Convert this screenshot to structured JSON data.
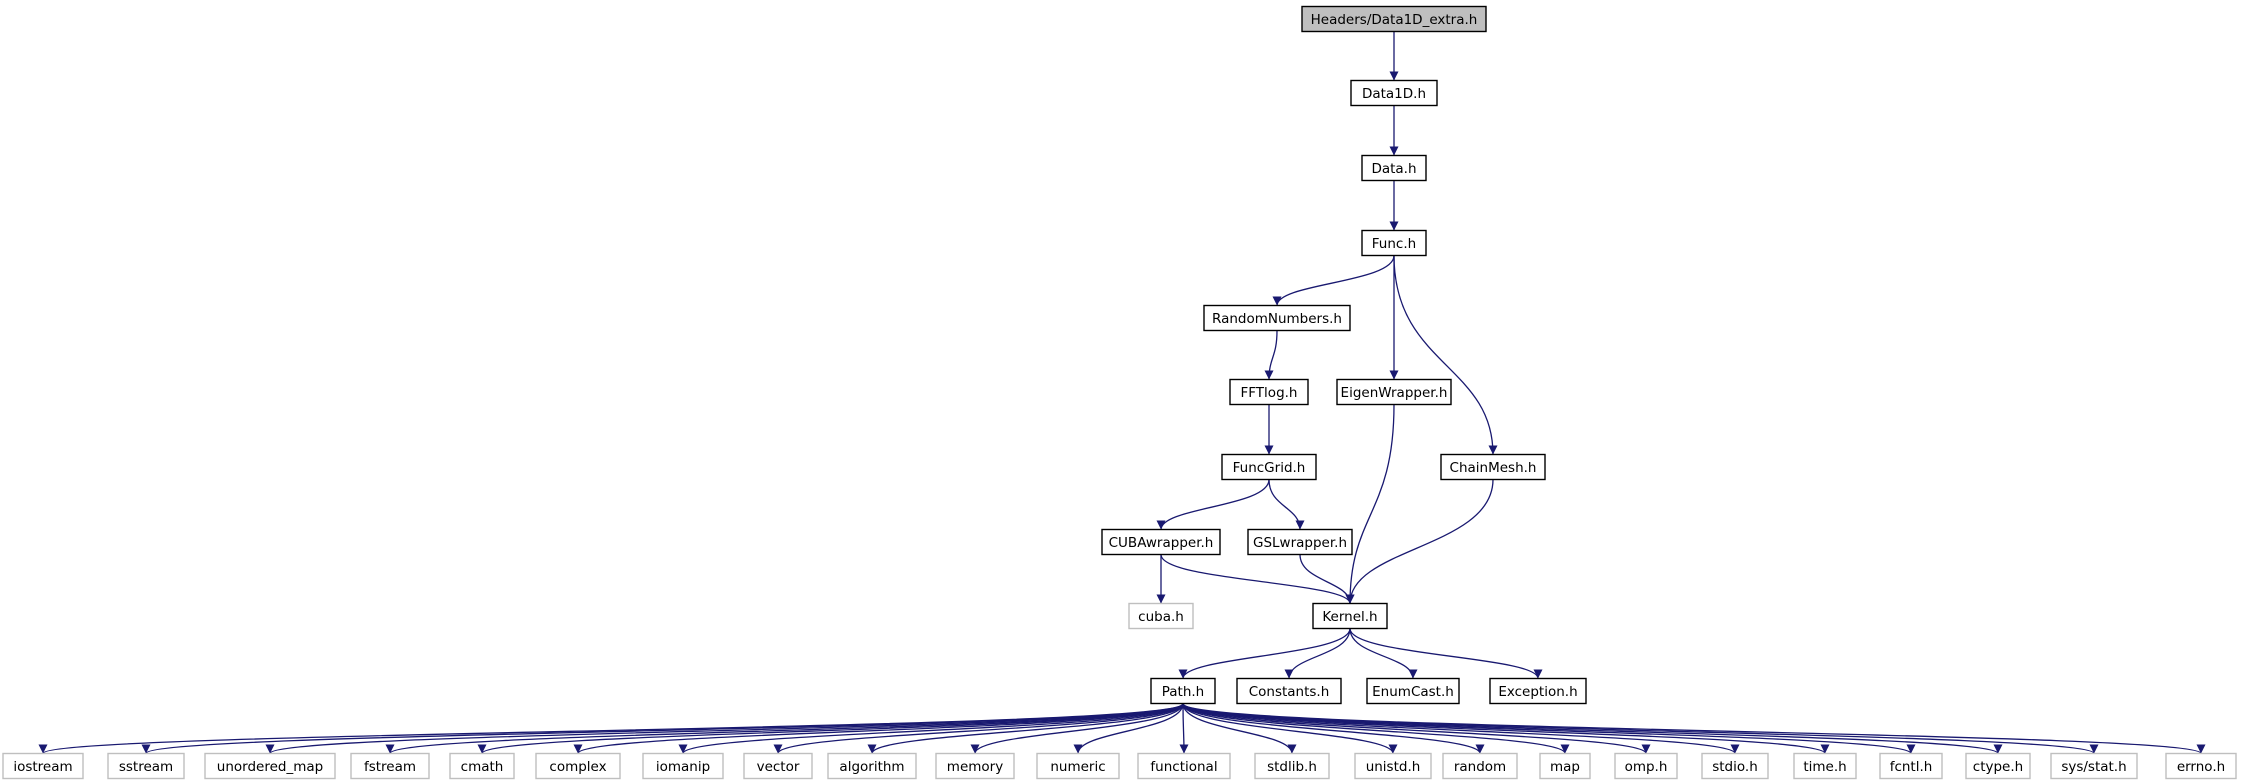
{
  "diagram": {
    "colors": {
      "edge": "#191970",
      "border": "#000000",
      "external_border": "#bfbfbf",
      "highlight_fill": "#bfbfbf",
      "text": "#000000"
    },
    "nodes": [
      {
        "id": "data1d_extra",
        "label": "Headers/Data1D_extra.h",
        "kind": "root"
      },
      {
        "id": "data1d",
        "label": "Data1D.h",
        "kind": "local"
      },
      {
        "id": "data",
        "label": "Data.h",
        "kind": "local"
      },
      {
        "id": "func",
        "label": "Func.h",
        "kind": "local"
      },
      {
        "id": "randomnumbers",
        "label": "RandomNumbers.h",
        "kind": "local"
      },
      {
        "id": "fftlog",
        "label": "FFTlog.h",
        "kind": "local"
      },
      {
        "id": "eigenwrapper",
        "label": "EigenWrapper.h",
        "kind": "local"
      },
      {
        "id": "funcgrid",
        "label": "FuncGrid.h",
        "kind": "local"
      },
      {
        "id": "chainmesh",
        "label": "ChainMesh.h",
        "kind": "local"
      },
      {
        "id": "cubawrapper",
        "label": "CUBAwrapper.h",
        "kind": "local"
      },
      {
        "id": "gslwrapper",
        "label": "GSLwrapper.h",
        "kind": "local"
      },
      {
        "id": "cuba",
        "label": "cuba.h",
        "kind": "external"
      },
      {
        "id": "kernel",
        "label": "Kernel.h",
        "kind": "local"
      },
      {
        "id": "path",
        "label": "Path.h",
        "kind": "local"
      },
      {
        "id": "constants",
        "label": "Constants.h",
        "kind": "local"
      },
      {
        "id": "enumcast",
        "label": "EnumCast.h",
        "kind": "local"
      },
      {
        "id": "exception",
        "label": "Exception.h",
        "kind": "local"
      },
      {
        "id": "iostream",
        "label": "iostream",
        "kind": "external"
      },
      {
        "id": "sstream",
        "label": "sstream",
        "kind": "external"
      },
      {
        "id": "unordered_map",
        "label": "unordered_map",
        "kind": "external"
      },
      {
        "id": "fstream",
        "label": "fstream",
        "kind": "external"
      },
      {
        "id": "cmath",
        "label": "cmath",
        "kind": "external"
      },
      {
        "id": "complex",
        "label": "complex",
        "kind": "external"
      },
      {
        "id": "iomanip",
        "label": "iomanip",
        "kind": "external"
      },
      {
        "id": "vector",
        "label": "vector",
        "kind": "external"
      },
      {
        "id": "algorithm",
        "label": "algorithm",
        "kind": "external"
      },
      {
        "id": "memory",
        "label": "memory",
        "kind": "external"
      },
      {
        "id": "numeric",
        "label": "numeric",
        "kind": "external"
      },
      {
        "id": "functional",
        "label": "functional",
        "kind": "external"
      },
      {
        "id": "stdlib",
        "label": "stdlib.h",
        "kind": "external"
      },
      {
        "id": "unistd",
        "label": "unistd.h",
        "kind": "external"
      },
      {
        "id": "random",
        "label": "random",
        "kind": "external"
      },
      {
        "id": "map",
        "label": "map",
        "kind": "external"
      },
      {
        "id": "omp",
        "label": "omp.h",
        "kind": "external"
      },
      {
        "id": "stdio",
        "label": "stdio.h",
        "kind": "external"
      },
      {
        "id": "time",
        "label": "time.h",
        "kind": "external"
      },
      {
        "id": "fcntl",
        "label": "fcntl.h",
        "kind": "external"
      },
      {
        "id": "ctype",
        "label": "ctype.h",
        "kind": "external"
      },
      {
        "id": "sysstat",
        "label": "sys/stat.h",
        "kind": "external"
      },
      {
        "id": "errno",
        "label": "errno.h",
        "kind": "external"
      }
    ],
    "edges": [
      [
        "data1d_extra",
        "data1d"
      ],
      [
        "data1d",
        "data"
      ],
      [
        "data",
        "func"
      ],
      [
        "func",
        "randomnumbers"
      ],
      [
        "func",
        "eigenwrapper"
      ],
      [
        "func",
        "chainmesh"
      ],
      [
        "randomnumbers",
        "fftlog"
      ],
      [
        "fftlog",
        "funcgrid"
      ],
      [
        "funcgrid",
        "cubawrapper"
      ],
      [
        "funcgrid",
        "gslwrapper"
      ],
      [
        "cubawrapper",
        "cuba"
      ],
      [
        "cubawrapper",
        "kernel"
      ],
      [
        "gslwrapper",
        "kernel"
      ],
      [
        "eigenwrapper",
        "kernel"
      ],
      [
        "chainmesh",
        "kernel"
      ],
      [
        "kernel",
        "path"
      ],
      [
        "kernel",
        "constants"
      ],
      [
        "kernel",
        "enumcast"
      ],
      [
        "kernel",
        "exception"
      ],
      [
        "path",
        "iostream"
      ],
      [
        "path",
        "sstream"
      ],
      [
        "path",
        "unordered_map"
      ],
      [
        "path",
        "fstream"
      ],
      [
        "path",
        "cmath"
      ],
      [
        "path",
        "complex"
      ],
      [
        "path",
        "iomanip"
      ],
      [
        "path",
        "vector"
      ],
      [
        "path",
        "algorithm"
      ],
      [
        "path",
        "memory"
      ],
      [
        "path",
        "numeric"
      ],
      [
        "path",
        "functional"
      ],
      [
        "path",
        "stdlib"
      ],
      [
        "path",
        "unistd"
      ],
      [
        "path",
        "random"
      ],
      [
        "path",
        "map"
      ],
      [
        "path",
        "omp"
      ],
      [
        "path",
        "stdio"
      ],
      [
        "path",
        "time"
      ],
      [
        "path",
        "fcntl"
      ],
      [
        "path",
        "ctype"
      ],
      [
        "path",
        "sysstat"
      ],
      [
        "path",
        "errno"
      ]
    ]
  }
}
